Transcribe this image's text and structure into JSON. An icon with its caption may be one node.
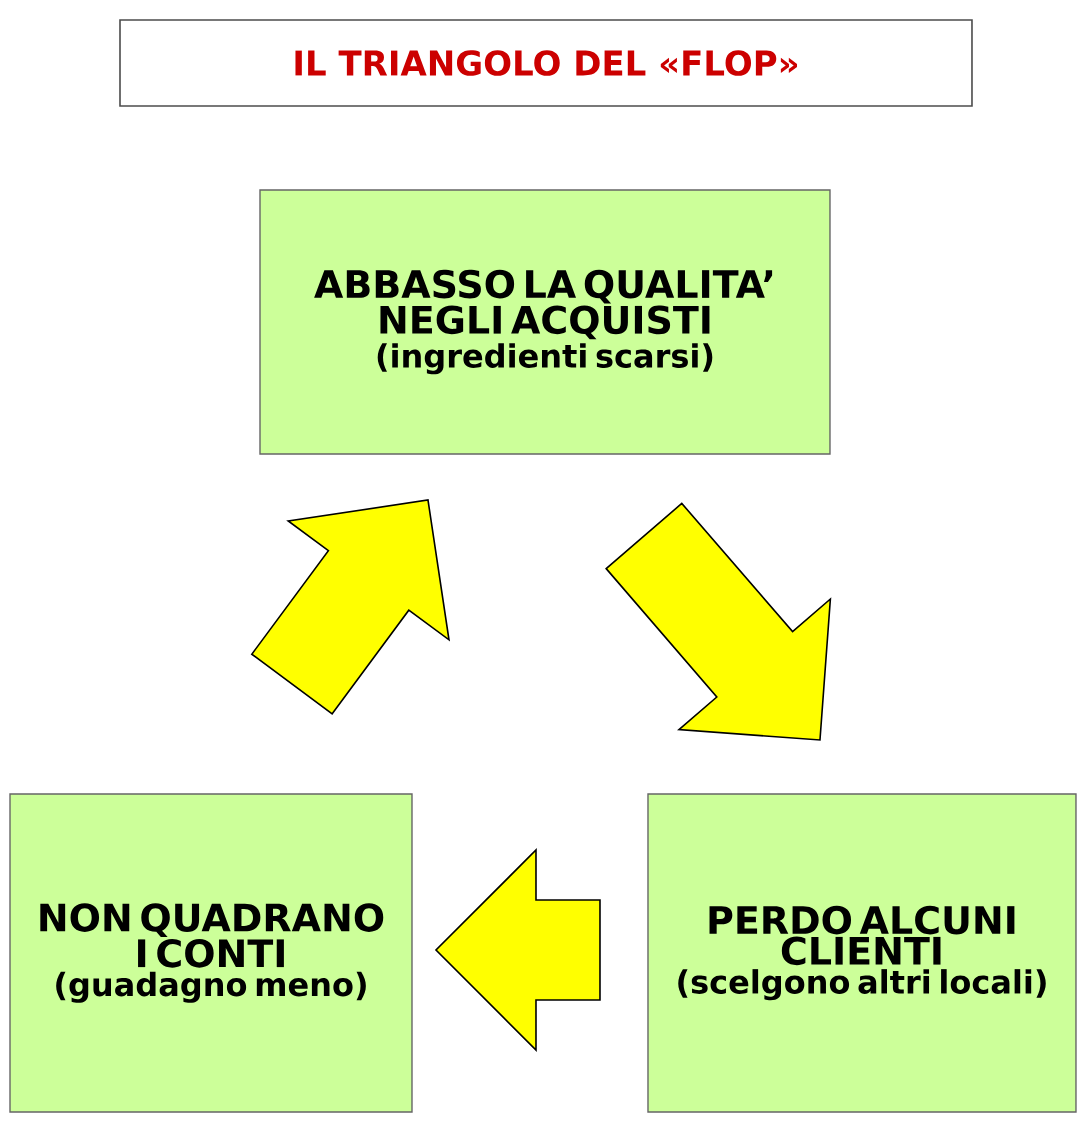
{
  "diagram": {
    "title": "IL TRIANGOLO DEL «FLOP»",
    "nodes": [
      {
        "text": [
          "ABBASSO LA QUALITA’ NEGLI ACQUISTI",
          "(ingredienti scarsi)"
        ]
      },
      {
        "text": [
          "NON QUADRANO I CONTI",
          "(guadagno meno)"
        ]
      },
      {
        "text": [
          "PERDO ALCUNI CLIENTI",
          "(scelgono altri locali)"
        ]
      }
    ],
    "edges": [
      {
        "from": 0,
        "to": 2,
        "arrow": "to"
      },
      {
        "from": 2,
        "to": 1,
        "arrow": "to"
      },
      {
        "from": 1,
        "to": 0,
        "arrow": "to"
      }
    ]
  }
}
